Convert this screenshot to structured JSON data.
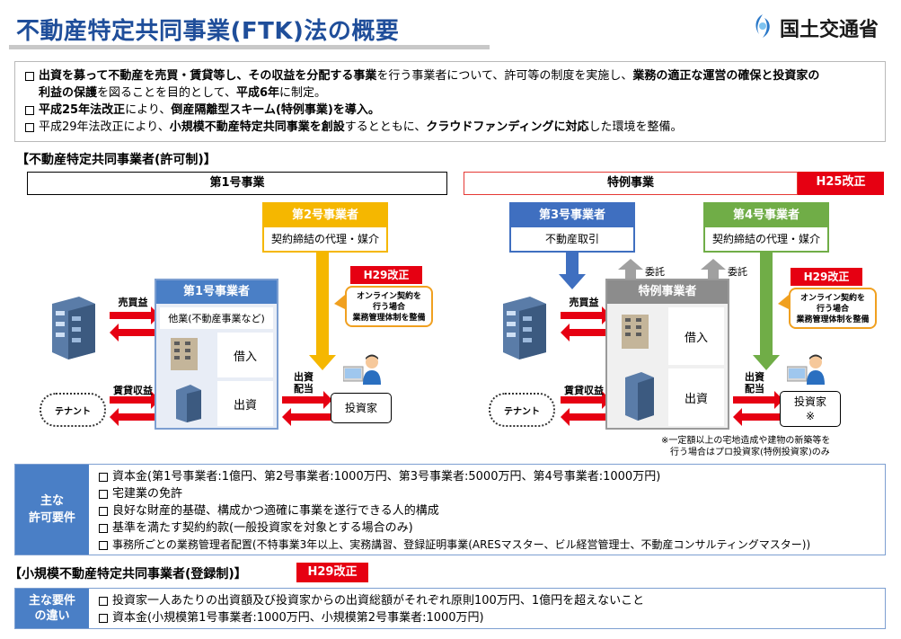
{
  "header": {
    "title": "不動産特定共同事業(FTK)法の概要",
    "ministry": "国土交通省"
  },
  "intro": {
    "line1_b1": "出資を募って不動産を売買・賃貸等し、その収益を分配する事業",
    "line1_t1": "を行う事業者について、許可等の制度を実施し、",
    "line1_b2": "業務の適正な運営の確保と投資家の",
    "line2_b1": "利益の保護",
    "line2_t1": "を図ることを目的として、",
    "line2_b2": "平成6年",
    "line2_t2": "に制定。",
    "line3_b1": "平成25年法改正",
    "line3_t1": "により、",
    "line3_b2": "倒産隔離型スキーム(特例事業)を導入。",
    "line4_t1": "平成29年法改正により、",
    "line4_b1": "小規模不動産特定共同事業を創設",
    "line4_t2": "するとともに、",
    "line4_b2": "クラウドファンディングに対応",
    "line4_t3": "した環境を整備。"
  },
  "section1": {
    "heading": "【不動産特定共同事業者(許可制)】",
    "left_header": "第1号事業",
    "right_header": "特例事業",
    "right_tag": "H25改正"
  },
  "diagram": {
    "op2_title": "第2号事業者",
    "op2_body": "契約締結の代理・媒介",
    "op3_title": "第3号事業者",
    "op3_body": "不動産取引",
    "op4_title": "第4号事業者",
    "op4_body": "契約締結の代理・媒介",
    "h29_tag": "H29改正",
    "note_bubble_1": "オンライン契約を",
    "note_bubble_2": "行う場合",
    "note_bubble_3": "業務管理体制を整備",
    "op1_title": "第1号事業者",
    "op1_other": "他業(不動産事業など)",
    "borrow": "借入",
    "invest": "出資",
    "special_title": "特例事業者",
    "entrust": "委託",
    "sale_profit": "売買益",
    "rent_profit": "賃貸収益",
    "dividend_1": "出資",
    "dividend_2": "配当",
    "tenant": "テナント",
    "investor": "投資家",
    "investor_mark": "※",
    "footnote_1": "※一定額以上の宅地造成や建物の新築等を",
    "footnote_2": "行う場合はプロ投資家(特例投資家)のみ"
  },
  "requirements": {
    "label_1": "主な",
    "label_2": "許可要件",
    "items": [
      "資本金(第1号事業者:1億円、第2号事業者:1000万円、第3号事業者:5000万円、第4号事業者:1000万円)",
      "宅建業の免許",
      "良好な財産的基礎、構成かつ適確に事業を遂行できる人的構成",
      "基準を満たす契約約款(一般投資家を対象とする場合のみ)",
      "事務所ごとの業務管理者配置(不特事業3年以上、実務講習、登録証明事業(ARESマスター、ビル経営管理士、不動産コンサルティングマスター))"
    ]
  },
  "section2": {
    "heading": "【小規模不動産特定共同事業者(登録制)】",
    "tag": "H29改正",
    "label_1": "主な要件",
    "label_2": "の違い",
    "items": [
      "投資家一人あたりの出資額及び投資家からの出資総額がそれぞれ原則100万円、1億円を超えないこと",
      "資本金(小規模第1号事業者:1000万円、小規模第2号事業者:1000万円)"
    ]
  },
  "colors": {
    "title_blue": "#1f4e9a",
    "op2_yellow": "#f5b700",
    "op3_blue": "#3f6fc0",
    "op4_green": "#70ad47",
    "red": "#e60012"
  }
}
